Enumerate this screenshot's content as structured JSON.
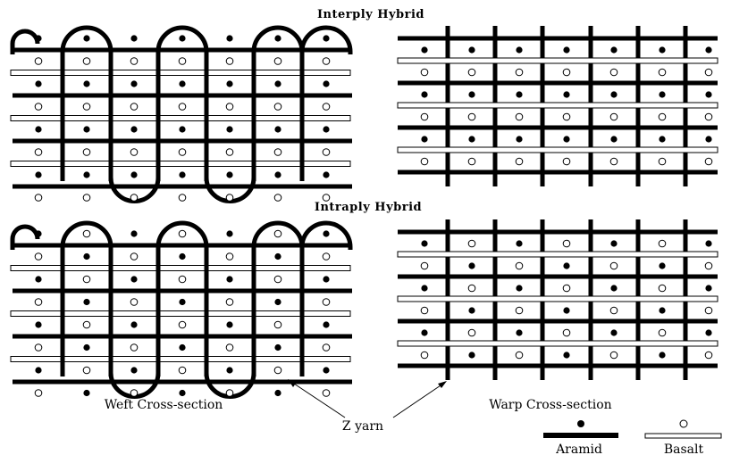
{
  "titles": {
    "interply": "Interply Hybrid",
    "intraply": "Intraply Hybrid"
  },
  "captions": {
    "weft": "Weft Cross-section",
    "warp": "Warp Cross-section",
    "z_yarn": "Z yarn"
  },
  "legend": {
    "aramid": "Aramid",
    "basalt": "Basalt"
  }
}
